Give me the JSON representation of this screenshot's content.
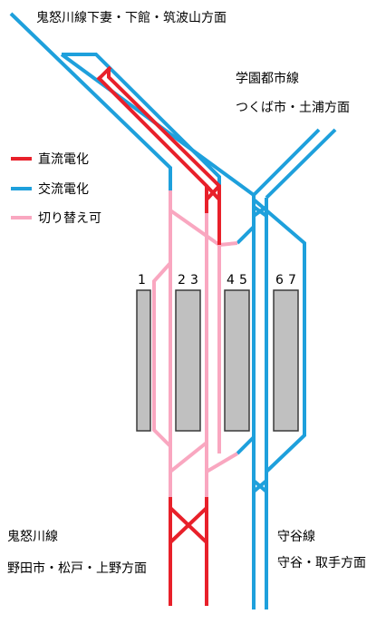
{
  "labels": {
    "kinugawa_north": "鬼怒川線下妻・下館・筑波山方面",
    "gakuen_line": "学園都市線",
    "gakuen_dir": "つくば市・土浦方面",
    "kinugawa_south": "鬼怒川線",
    "kinugawa_south_dir": "野田市・松戸・上野方面",
    "moriya_line": "守谷線",
    "moriya_dir": "守谷・取手方面"
  },
  "legend": [
    {
      "label": "直流電化",
      "color": "#e8202a"
    },
    {
      "label": "交流電化",
      "color": "#1ea0dc"
    },
    {
      "label": "切り替え可",
      "color": "#f9a7c0"
    }
  ],
  "tracks": [
    "1",
    "2",
    "3",
    "4",
    "5",
    "6",
    "7"
  ],
  "colors": {
    "dc": "#e8202a",
    "ac": "#1ea0dc",
    "switchable": "#f9a7c0",
    "platform": "#c0c0c0"
  }
}
